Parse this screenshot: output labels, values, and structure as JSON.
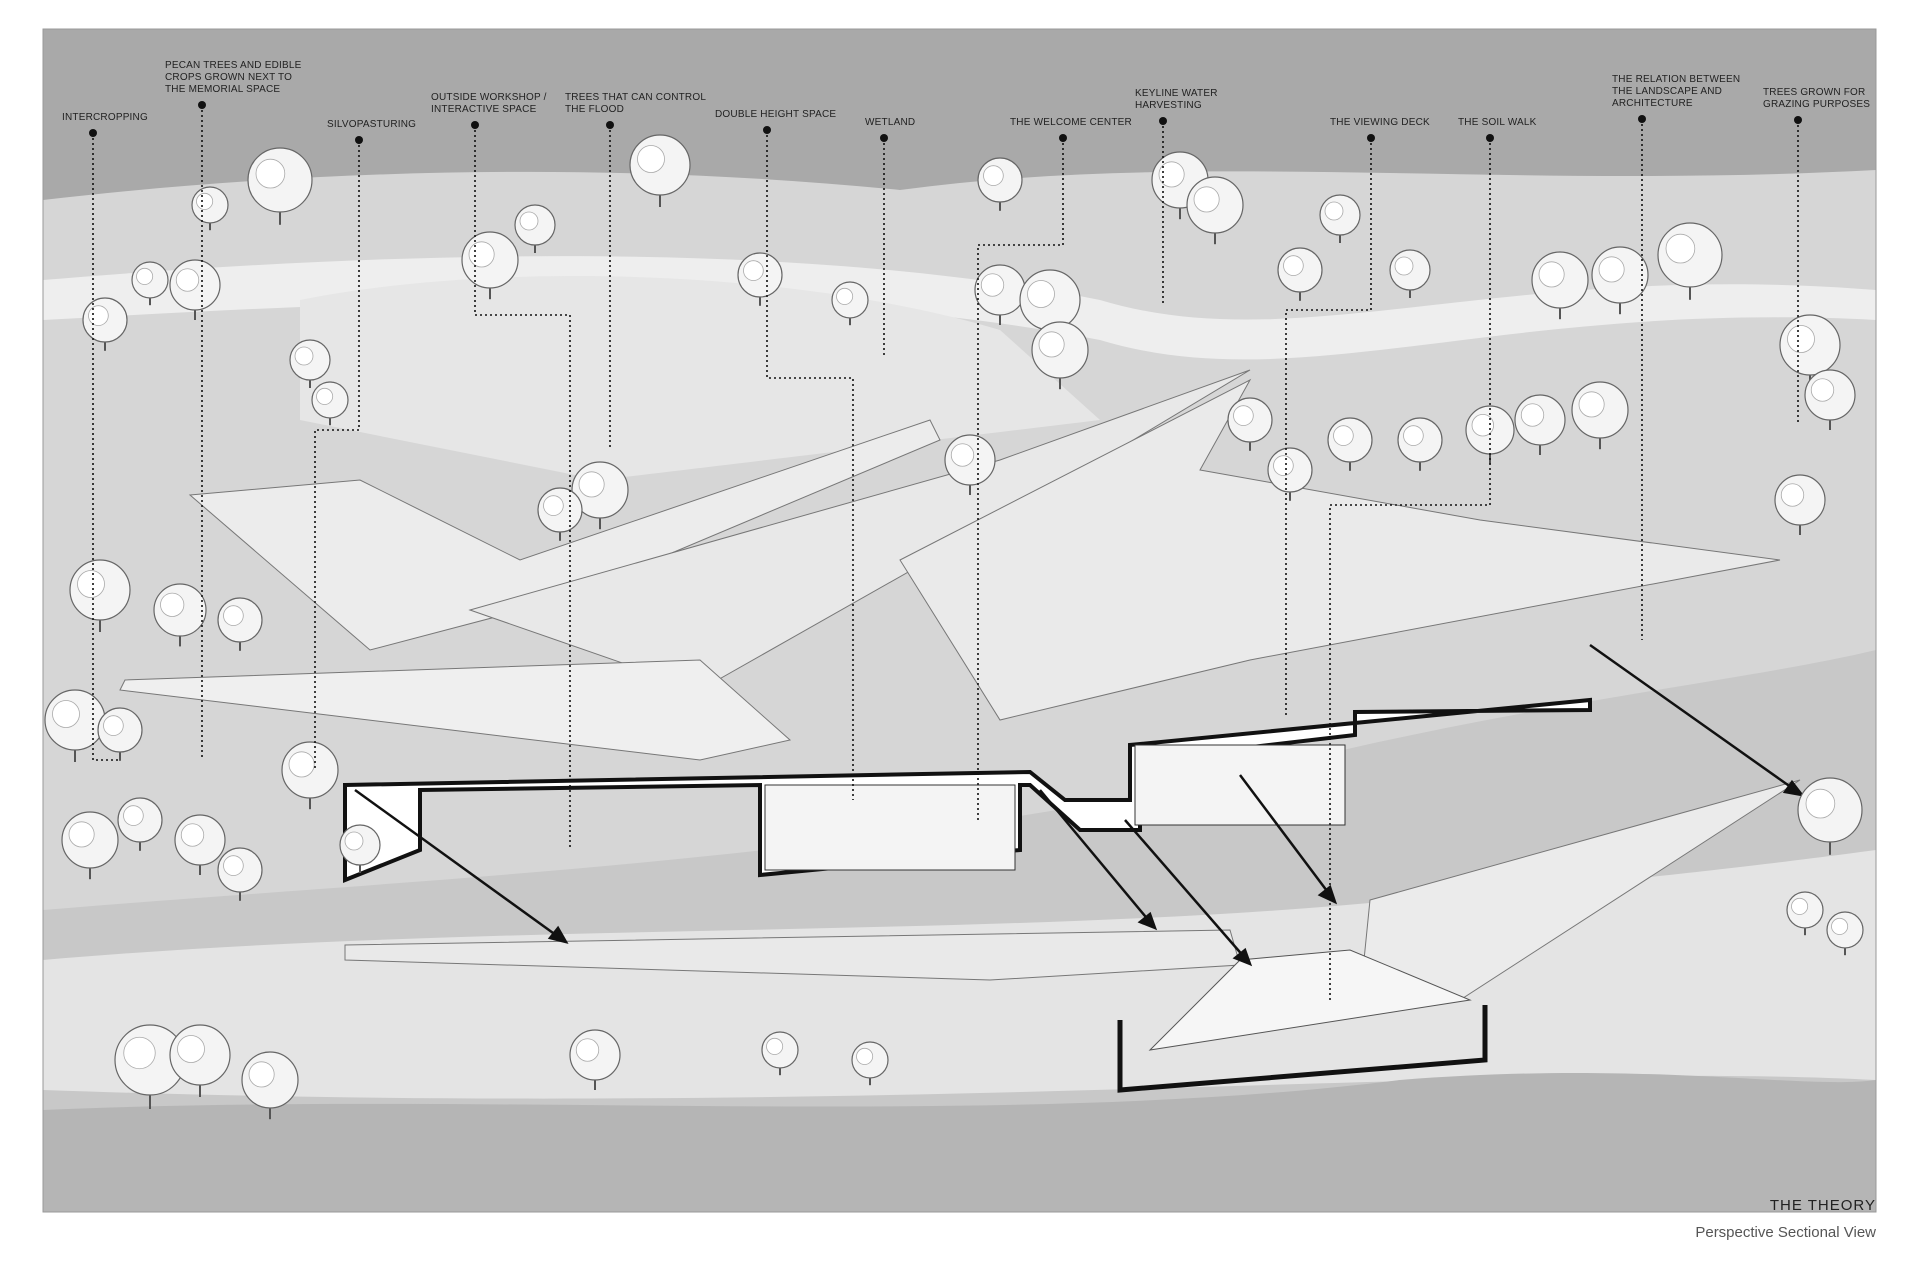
{
  "labels": [
    {
      "lines": [
        "INTERCROPPING"
      ]
    },
    {
      "lines": [
        "PECAN TREES AND EDIBLE",
        "CROPS GROWN NEXT TO",
        "THE MEMORIAL SPACE"
      ]
    },
    {
      "lines": [
        "SILVOPASTURING"
      ]
    },
    {
      "lines": [
        "OUTSIDE WORKSHOP /",
        "INTERACTIVE SPACE"
      ]
    },
    {
      "lines": [
        "TREES THAT CAN CONTROL",
        "THE FLOOD"
      ]
    },
    {
      "lines": [
        "DOUBLE HEIGHT SPACE"
      ]
    },
    {
      "lines": [
        "WETLAND"
      ]
    },
    {
      "lines": [
        "THE WELCOME CENTER"
      ]
    },
    {
      "lines": [
        "KEYLINE WATER",
        "HARVESTING"
      ]
    },
    {
      "lines": [
        "THE VIEWING DECK"
      ]
    },
    {
      "lines": [
        "THE SOIL WALK"
      ]
    },
    {
      "lines": [
        "THE RELATION BETWEEN",
        "THE LANDSCAPE AND",
        "ARCHITECTURE"
      ]
    },
    {
      "lines": [
        "TREES GROWN FOR",
        "GRAZING PURPOSES"
      ]
    }
  ],
  "caption": {
    "title": "THE THEORY",
    "subtitle": "Perspective Sectional View"
  },
  "colors": {
    "sky": "#a9a9a9",
    "land": "#dcdcdc",
    "ground": "#c4c4c4",
    "roof": "#ececec",
    "ink": "#111111"
  }
}
